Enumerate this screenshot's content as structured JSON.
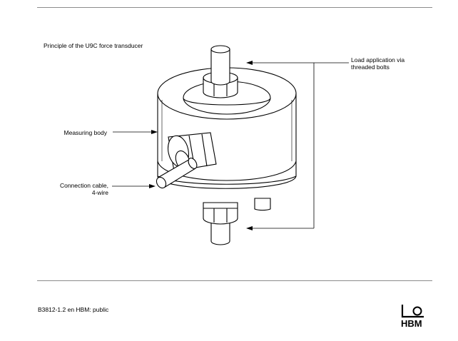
{
  "diagram": {
    "title": "Principle of the U9C force transducer",
    "labels": {
      "load_line1": "Load application via",
      "load_line2": "threaded bolts",
      "measuring_body": "Measuring body",
      "cable_line1": "Connection cable,",
      "cable_line2": "4-wire"
    }
  },
  "footer": {
    "document": "B3812-1.2 en  HBM: public"
  },
  "logo": {
    "text": "HBM"
  }
}
